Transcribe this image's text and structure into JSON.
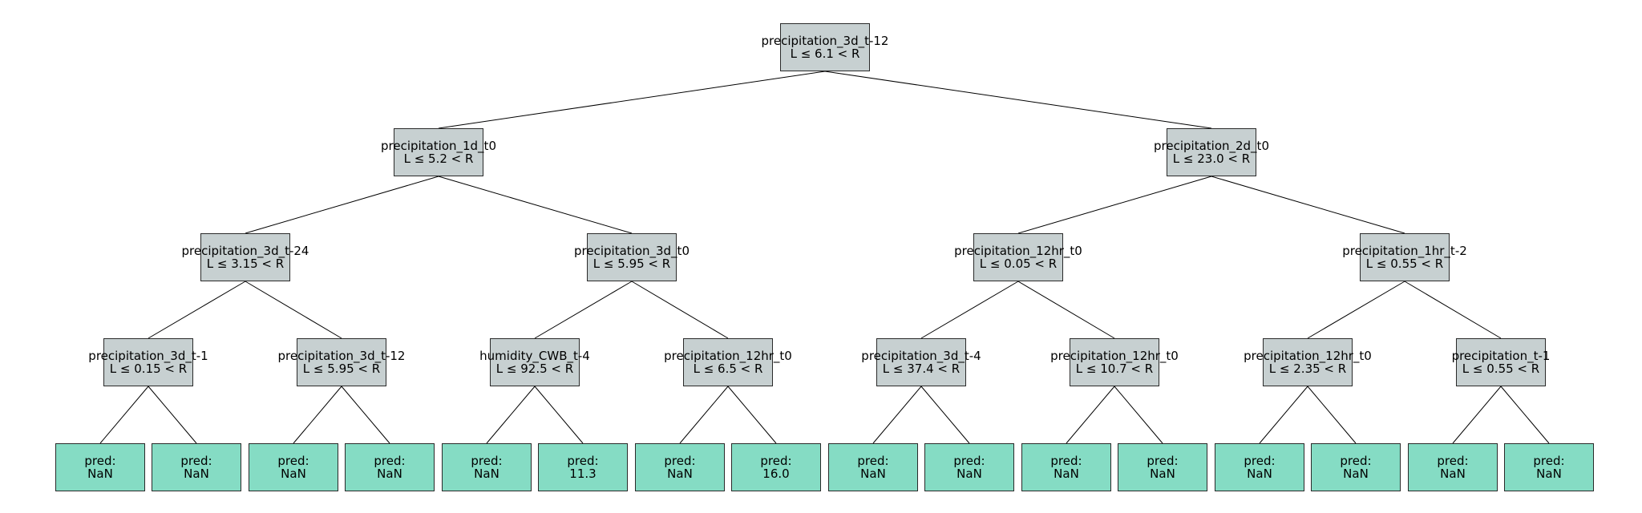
{
  "tree": {
    "splits": [
      {
        "feature": "precipitation_3d_t-12",
        "rule": "L ≤ 6.1 < R"
      },
      {
        "feature": "precipitation_1d_t0",
        "rule": "L ≤ 5.2 < R"
      },
      {
        "feature": "precipitation_2d_t0",
        "rule": "L ≤ 23.0 < R"
      },
      {
        "feature": "precipitation_3d_t-24",
        "rule": "L ≤ 3.15 < R"
      },
      {
        "feature": "precipitation_3d_t0",
        "rule": "L ≤ 5.95 < R"
      },
      {
        "feature": "precipitation_12hr_t0",
        "rule": "L ≤ 0.05 < R"
      },
      {
        "feature": "precipitation_1hr_t-2",
        "rule": "L ≤ 0.55 < R"
      },
      {
        "feature": "precipitation_3d_t-1",
        "rule": "L ≤ 0.15 < R"
      },
      {
        "feature": "precipitation_3d_t-12",
        "rule": "L ≤ 5.95 < R"
      },
      {
        "feature": "humidity_CWB_t-4",
        "rule": "L ≤ 92.5 < R"
      },
      {
        "feature": "precipitation_12hr_t0",
        "rule": "L ≤ 6.5 < R"
      },
      {
        "feature": "precipitation_3d_t-4",
        "rule": "L ≤ 37.4 < R"
      },
      {
        "feature": "precipitation_12hr_t0",
        "rule": "L ≤ 10.7 < R"
      },
      {
        "feature": "precipitation_12hr_t0",
        "rule": "L ≤ 2.35 < R"
      },
      {
        "feature": "precipitation_t-1",
        "rule": "L ≤ 0.55 < R"
      }
    ],
    "leaves": [
      {
        "label": "pred:",
        "value": "NaN"
      },
      {
        "label": "pred:",
        "value": "NaN"
      },
      {
        "label": "pred:",
        "value": "NaN"
      },
      {
        "label": "pred:",
        "value": "NaN"
      },
      {
        "label": "pred:",
        "value": "NaN"
      },
      {
        "label": "pred:",
        "value": "11.3"
      },
      {
        "label": "pred:",
        "value": "NaN"
      },
      {
        "label": "pred:",
        "value": "16.0"
      },
      {
        "label": "pred:",
        "value": "NaN"
      },
      {
        "label": "pred:",
        "value": "NaN"
      },
      {
        "label": "pred:",
        "value": "NaN"
      },
      {
        "label": "pred:",
        "value": "NaN"
      },
      {
        "label": "pred:",
        "value": "NaN"
      },
      {
        "label": "pred:",
        "value": "NaN"
      },
      {
        "label": "pred:",
        "value": "NaN"
      },
      {
        "label": "pred:",
        "value": "NaN"
      }
    ]
  }
}
